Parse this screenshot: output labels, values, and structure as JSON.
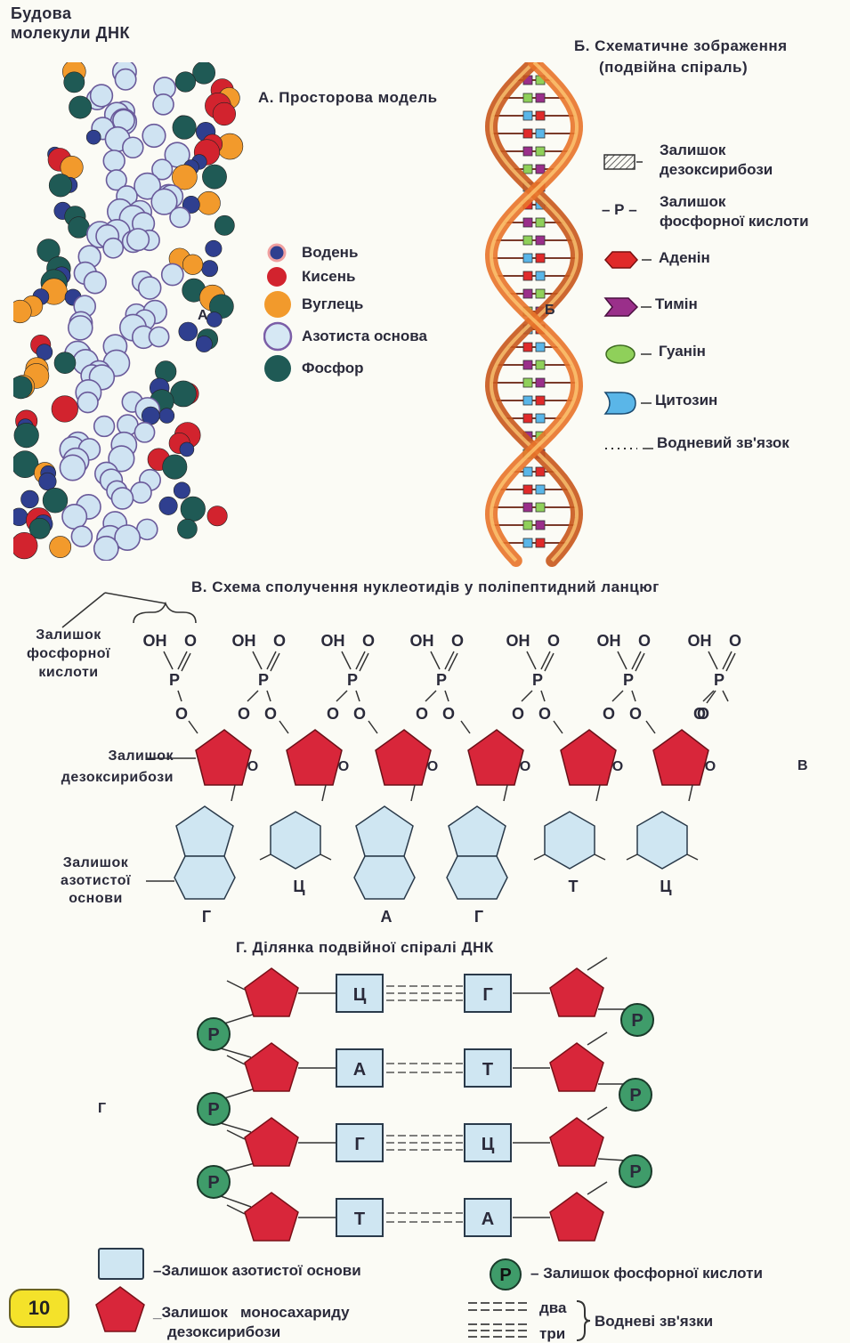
{
  "page_title": [
    "Будова",
    "молекули ДНК"
  ],
  "section_a": {
    "title": "А. Просторова модель",
    "letter": "А",
    "legend": [
      {
        "label": "Водень",
        "color": "#2f3f8f"
      },
      {
        "label": "Кисень",
        "color": "#d2232e"
      },
      {
        "label": "Вуглець",
        "color": "#f29a2c"
      },
      {
        "label": "Азотиста основа",
        "color": "#cfe3f2"
      },
      {
        "label": "Фосфор",
        "color": "#1f5a55"
      }
    ]
  },
  "section_b": {
    "title": [
      "Б. Схематичне зображення",
      "(подвійна спіраль)"
    ],
    "letter": "Б",
    "legend": [
      {
        "label": [
          "Залишок",
          "дезоксирибози"
        ],
        "icon": "hatched-rect-icon"
      },
      {
        "label": [
          "Залишок",
          "фосфорної кислоти"
        ],
        "icon": "P"
      },
      {
        "label": [
          "Аденін"
        ],
        "icon": "red-hexagon-icon"
      },
      {
        "label": [
          "Тимін"
        ],
        "icon": "purple-arrow-icon"
      },
      {
        "label": [
          "Гуанін"
        ],
        "icon": "green-oval-icon"
      },
      {
        "label": [
          "Цитозин"
        ],
        "icon": "blue-bracket-icon"
      },
      {
        "label": [
          "Водневий зв'язок"
        ],
        "icon": "dotted-line-icon"
      }
    ]
  },
  "section_v": {
    "title": "В. Схема сполучення нуклеотидів у поліпептидний ланцюг",
    "letter": "В",
    "labels": {
      "phosphate": [
        "Залишок",
        "фосфорної",
        "кислоти"
      ],
      "sugar": [
        "Залишок",
        "дезоксирибози"
      ],
      "base": [
        "Залишок",
        "азотистої",
        "основи"
      ]
    },
    "atoms": {
      "oh": "ОН",
      "o": "О",
      "p": "Р"
    },
    "bases": [
      "Г",
      "Ц",
      "А",
      "Г",
      "Т",
      "Ц"
    ]
  },
  "section_g": {
    "title": "Г. Ділянка подвійної спіралі ДНК",
    "letter": "Г",
    "pairs": [
      {
        "left": "Ц",
        "right": "Г",
        "bonds": 3
      },
      {
        "left": "А",
        "right": "Т",
        "bonds": 2
      },
      {
        "left": "Г",
        "right": "Ц",
        "bonds": 3
      },
      {
        "left": "Т",
        "right": "А",
        "bonds": 2
      }
    ],
    "phosphate_letter": "Р"
  },
  "bottom_legend": {
    "base": "Залишок азотистої основи",
    "phosphate": "Залишок фосфорної кислоти",
    "sugar": [
      "Залишок   моносахариду",
      "дезоксирибози"
    ],
    "two": "два",
    "three": "три",
    "hbonds": "Водневі зв'язки"
  },
  "page_number": "10",
  "colors": {
    "sugar_red": "#d8263a",
    "base_blue": "#cfe6f2",
    "phosphate_green": "#3f9c6a",
    "helix_orange": "#e8732a"
  }
}
